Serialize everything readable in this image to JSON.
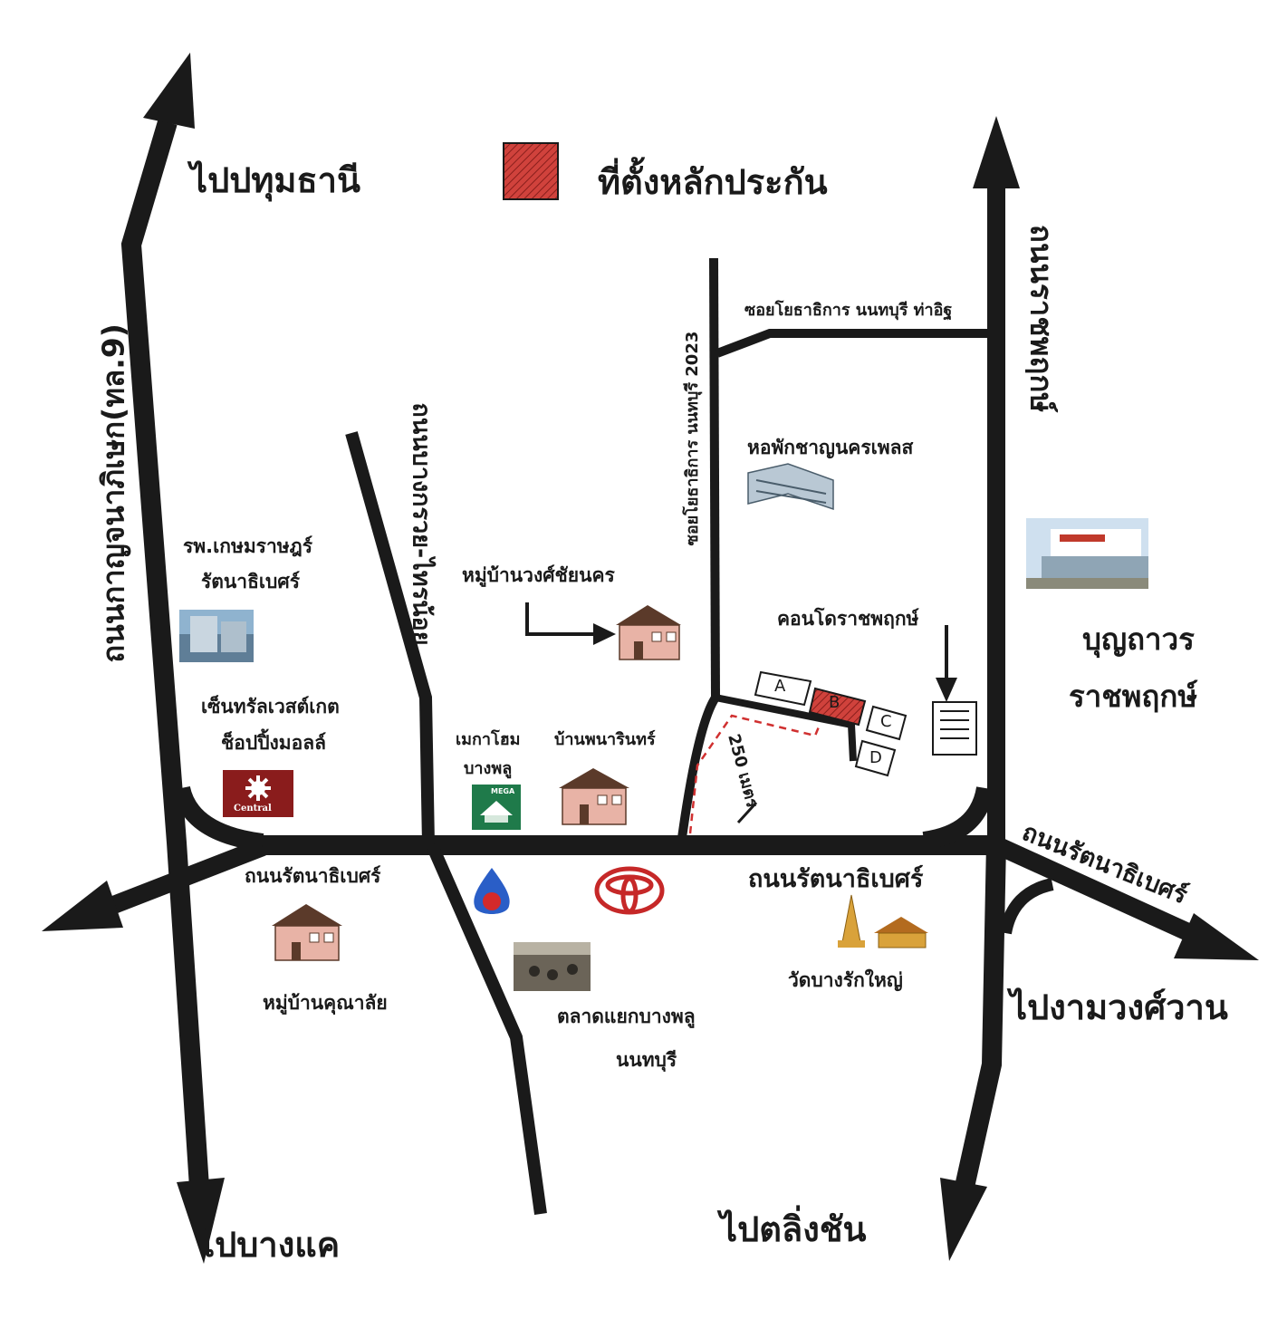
{
  "legend": {
    "collateral_label": "ที่ตั้งหลักประกัน",
    "collateral_color": "#d0423c"
  },
  "roads": {
    "kanchanaphisek": "ถนนกาญจนาภิเษก(ทล.9)",
    "bang_kruai_sai_noi": "ถนนบางกรวย-ไทรน้อย",
    "ratchaphruek": "ถนนราชพฤกษ์",
    "rattanathibet_left": "ถนนรัตนาธิเบศร์",
    "rattanathibet_mid": "ถนนรัตนาธิเบศร์",
    "rattanathibet_right": "ถนนรัตนาธิเบศร์",
    "soi_2023": "ซอยโยธาธิการ นนทบุรี 2023",
    "soi_tha_it": "ซอยโยธาธิการ นนทบุรี ท่าอิฐ"
  },
  "directions": {
    "pathum_thani": "ไปปทุมธานี",
    "bang_khae": "ไปบางแค",
    "taling_chan": "ไปตลิ่งชัน",
    "ngam_wong_wan": "ไปงามวงศ์วาน"
  },
  "landmarks": {
    "hospital_line1": "รพ.เกษมราษฎร์",
    "hospital_line2": "รัตนาธิเบศร์",
    "central_line1": "เซ็นทรัลเวสต์เกต",
    "central_line2": "ช็อปปิ้งมอลล์",
    "central_logo": "Central",
    "wongchai_village": "หมู่บ้านวงศ์ชัยนคร",
    "megahome_line1": "เมกาโฮม",
    "megahome_line2": "บางพลู",
    "megahome_logo": "MEGA",
    "panarin_village": "บ้านพนารินทร์",
    "dormitory": "หอพักชาญนครเพลส",
    "condo": "คอนโดราชพฤกษ์",
    "boonthavorn_line1": "บุญถาวร",
    "boonthavorn_line2": "ราชพฤกษ์",
    "khunalai_village": "หมู่บ้านคุณาลัย",
    "market_line1": "ตลาดแยกบางพลู",
    "market_line2": "นนทบุรี",
    "temple": "วัดบางรักใหญ่",
    "distance": "250 เมตร"
  },
  "plots": {
    "a": "A",
    "b": "B",
    "c": "C",
    "d": "D"
  },
  "icons": [
    "house-icon",
    "building-icon",
    "photo-icon",
    "ptt-logo-icon",
    "toyota-logo-icon",
    "pagoda-icon",
    "arrow-icon"
  ]
}
